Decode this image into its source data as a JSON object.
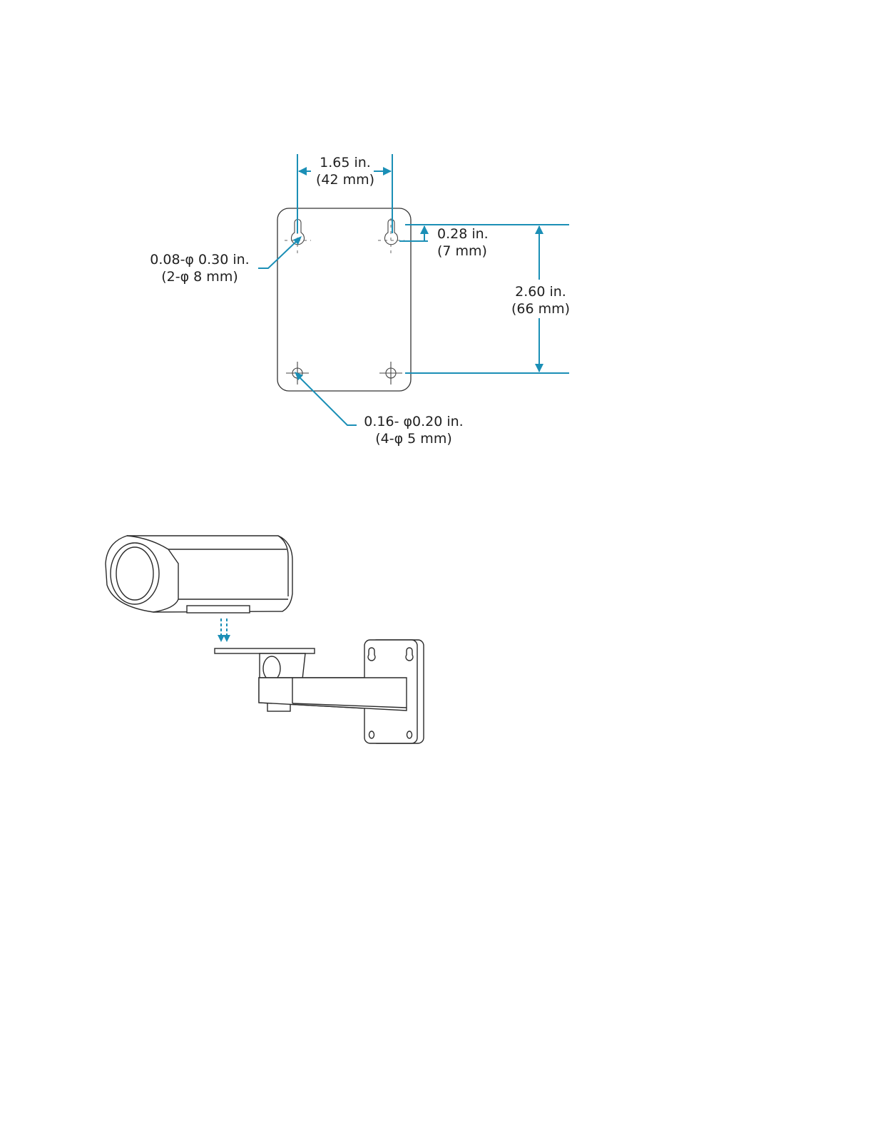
{
  "drawing": {
    "hole_spacing": {
      "imperial": "1.65 in.",
      "metric": "(42 mm)"
    },
    "keyhole_offset": {
      "imperial": "0.28 in.",
      "metric": "(7 mm)"
    },
    "vertical_spacing": {
      "imperial": "2.60 in.",
      "metric": "(66 mm)"
    },
    "keyhole_spec": {
      "imperial": "0.08-φ 0.30 in.",
      "metric": "(2-φ 8 mm)"
    },
    "screw_hole_spec": {
      "imperial": "0.16- φ0.20 in.",
      "metric": "(4-φ 5 mm)"
    }
  },
  "colors": {
    "dimension_line": "#1b8fb6",
    "outline": "#333333"
  }
}
